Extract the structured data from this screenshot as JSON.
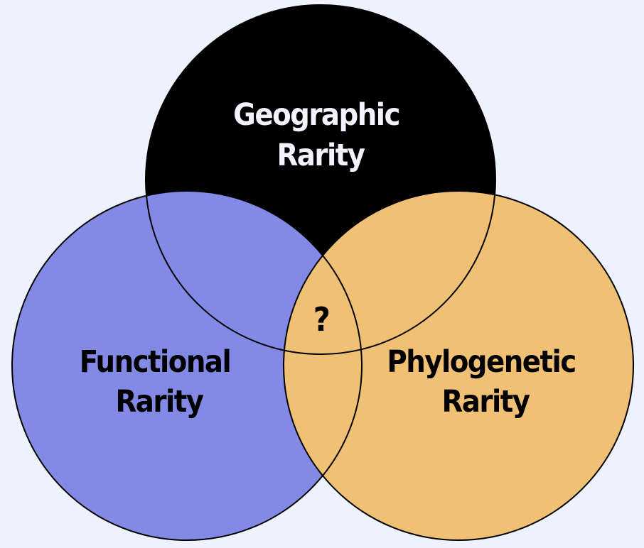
{
  "diagram": {
    "type": "venn",
    "background_color": "#eef1fe",
    "sets": [
      {
        "id": "geographic",
        "label_lines": [
          "Geographic",
          "Rarity"
        ],
        "fill_color": "#000000",
        "label_color": "#f2f3ff"
      },
      {
        "id": "functional",
        "label_lines": [
          "Functional",
          "Rarity"
        ],
        "fill_color": "#838ae6",
        "label_color": "#000000"
      },
      {
        "id": "phylogenetic",
        "label_lines": [
          "Phylogenetic",
          "Rarity"
        ],
        "fill_color": "#f0c175",
        "label_color": "#000000"
      }
    ],
    "center_label": "?",
    "outline_color": "#000000"
  }
}
